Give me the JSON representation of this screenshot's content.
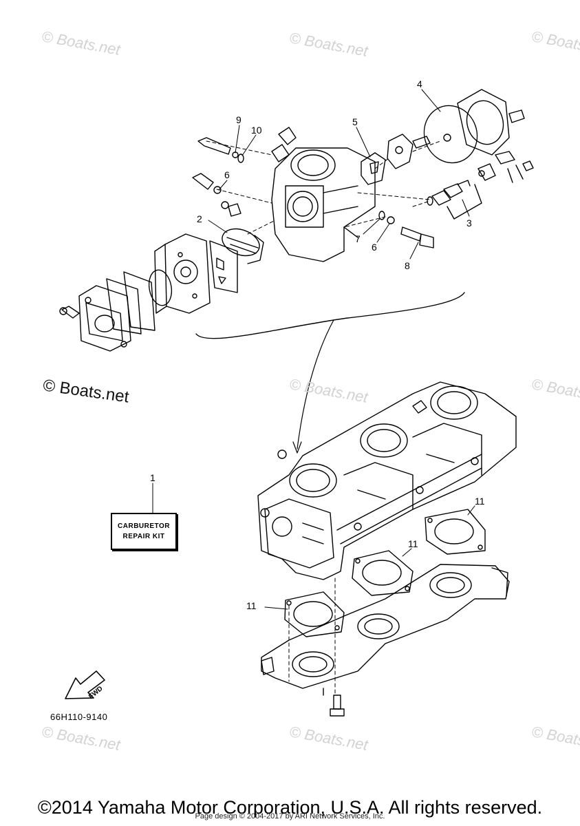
{
  "watermark": {
    "text": "© Boats.net"
  },
  "boats_logo": {
    "text": "© Boats.net"
  },
  "callouts": {
    "n1": "1",
    "n2": "2",
    "n3": "3",
    "n4": "4",
    "n5": "5",
    "n6a": "6",
    "n6b": "6",
    "n7": "7",
    "n8": "8",
    "n9": "9",
    "n10": "10",
    "n11a": "11",
    "n11b": "11",
    "n11c": "11"
  },
  "repair_kit": {
    "line1": "CARBURETOR",
    "line2": "REPAIR KIT"
  },
  "fwd_label": "FWD",
  "diagram_code": "66H110-9140",
  "copyright": "©2014 Yamaha Motor Corporation, U.S.A. All rights reserved.",
  "credit": "Page design © 2004-2017 by ARI Network Services, Inc.",
  "colors": {
    "line": "#000000",
    "watermark": "#d2d2d2",
    "background": "#ffffff"
  }
}
